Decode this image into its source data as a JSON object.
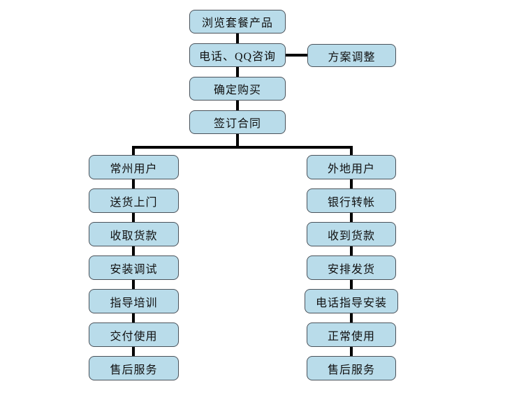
{
  "diagram": {
    "type": "flowchart",
    "colors": {
      "node_fill": "#b9dcea",
      "node_border": "#4a525a",
      "connector": "#000000",
      "background": "#ffffff",
      "text": "#101010"
    },
    "main_flow": [
      {
        "label": "浏览套餐产品"
      },
      {
        "label": "电话、QQ咨询"
      },
      {
        "label": "确定购买"
      },
      {
        "label": "签订合同"
      }
    ],
    "side_node": {
      "label": "方案调整"
    },
    "branches": {
      "left": {
        "steps": [
          "常州用户",
          "送货上门",
          "收取货款",
          "安装调试",
          "指导培训",
          "交付使用",
          "售后服务"
        ]
      },
      "right": {
        "steps": [
          "外地用户",
          "银行转帐",
          "收到货款",
          "安排发货",
          "电话指导安装",
          "正常使用",
          "售后服务"
        ]
      }
    }
  }
}
